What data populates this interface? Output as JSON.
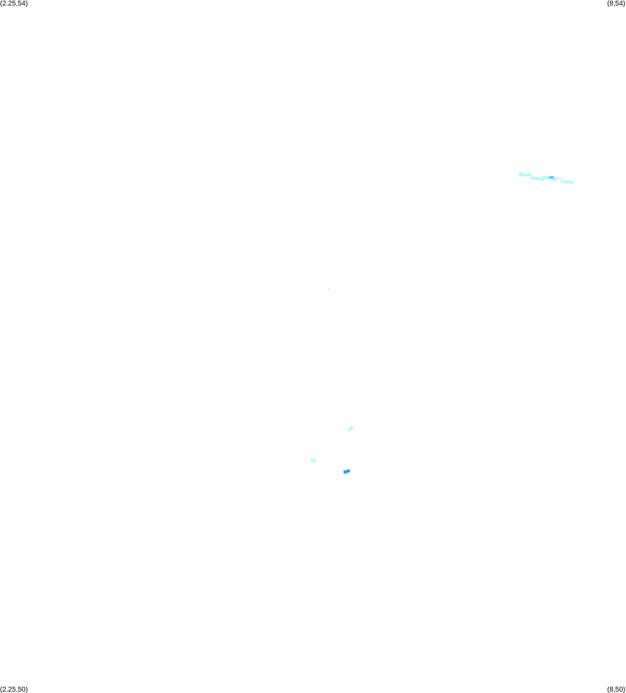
{
  "corners": {
    "top_left": "(2.25,54)",
    "top_right": "(8,54)",
    "bottom_left": "(2.25,50)",
    "bottom_right": "(8,50)"
  },
  "extent": {
    "lon_min": 2.25,
    "lon_max": 8,
    "lat_min": 50,
    "lat_max": 54
  },
  "colors": {
    "background": "#ffffff",
    "light": "#aaffff",
    "medium": "#55d4ff",
    "dark": "#1e9bff"
  },
  "cells": [
    {
      "lon": [
        7.016,
        7.051
      ],
      "lat": [
        52.986,
        53.006
      ],
      "level": "light"
    },
    {
      "lon": [
        7.019,
        7.064
      ],
      "lat": [
        52.982,
        52.993
      ],
      "level": "light"
    },
    {
      "lon": [
        7.064,
        7.102
      ],
      "lat": [
        52.982,
        52.996
      ],
      "level": "light"
    },
    {
      "lon": [
        7.099,
        7.131
      ],
      "lat": [
        52.983,
        53.002
      ],
      "level": "light"
    },
    {
      "lon": [
        7.125,
        7.153
      ],
      "lat": [
        52.966,
        52.982
      ],
      "level": "light"
    },
    {
      "lon": [
        7.153,
        7.195
      ],
      "lat": [
        52.962,
        52.978
      ],
      "level": "light"
    },
    {
      "lon": [
        7.192,
        7.227
      ],
      "lat": [
        52.962,
        52.976
      ],
      "level": "light"
    },
    {
      "lon": [
        7.214,
        7.246
      ],
      "lat": [
        52.956,
        52.971
      ],
      "level": "light"
    },
    {
      "lon": [
        7.243,
        7.265
      ],
      "lat": [
        52.965,
        52.984
      ],
      "level": "light"
    },
    {
      "lon": [
        7.233,
        7.329
      ],
      "lat": [
        52.969,
        52.984
      ],
      "level": "light"
    },
    {
      "lon": [
        7.329,
        7.361
      ],
      "lat": [
        52.956,
        52.968
      ],
      "level": "light"
    },
    {
      "lon": [
        7.342,
        7.408
      ],
      "lat": [
        52.967,
        52.974
      ],
      "level": "light"
    },
    {
      "lon": [
        7.396,
        7.428
      ],
      "lat": [
        52.951,
        52.962
      ],
      "level": "light"
    },
    {
      "lon": [
        7.428,
        7.492
      ],
      "lat": [
        52.942,
        52.958
      ],
      "level": "light"
    },
    {
      "lon": [
        7.485,
        7.517
      ],
      "lat": [
        52.938,
        52.952
      ],
      "level": "light"
    },
    {
      "lon": [
        7.294,
        7.339
      ],
      "lat": [
        52.967,
        52.984
      ],
      "level": "medium"
    },
    {
      "lon": [
        5.263,
        5.282
      ],
      "lat": [
        52.325,
        52.335
      ],
      "level": "light"
    },
    {
      "lon": [
        5.451,
        5.473
      ],
      "lat": [
        51.512,
        51.53
      ],
      "level": "light"
    },
    {
      "lon": [
        5.464,
        5.496
      ],
      "lat": [
        51.522,
        51.538
      ],
      "level": "light"
    },
    {
      "lon": [
        5.106,
        5.144
      ],
      "lat": [
        51.337,
        51.353
      ],
      "level": "light"
    },
    {
      "lon": [
        5.125,
        5.15
      ],
      "lat": [
        51.329,
        51.345
      ],
      "level": "light"
    },
    {
      "lon": [
        5.406,
        5.438
      ],
      "lat": [
        51.267,
        51.285
      ],
      "level": "dark"
    },
    {
      "lon": [
        5.435,
        5.464
      ],
      "lat": [
        51.273,
        51.29
      ],
      "level": "dark"
    }
  ]
}
